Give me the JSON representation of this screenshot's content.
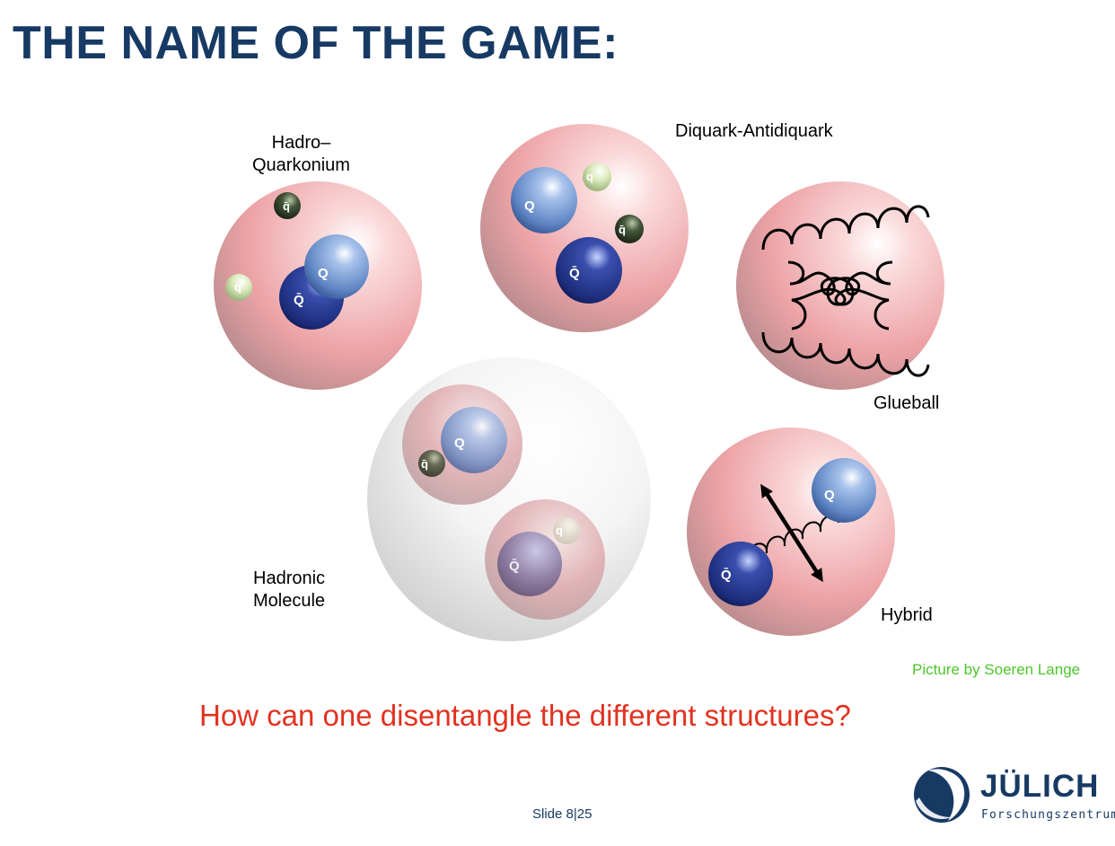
{
  "slide": {
    "title": "THE NAME OF THE GAME:",
    "question": "How can one disentangle the different structures?",
    "credit": "Picture by Soeren Lange",
    "slide_number": "Slide 8|25"
  },
  "labels": {
    "hadro_quarkonium_line1": "Hadro–",
    "hadro_quarkonium_line2": "Quarkonium",
    "diquark_antidiquark": "Diquark-Antidiquark",
    "glueball": "Glueball",
    "hadronic_molecule_line1": "Hadronic",
    "hadronic_molecule_line2": "Molecule",
    "hybrid": "Hybrid"
  },
  "quark_labels": {
    "heavy_quark": "Q",
    "heavy_antiquark": "Q̄",
    "light_quark": "q",
    "light_antiquark": "q̄"
  },
  "logo": {
    "name": "JÜLICH",
    "subtitle": "Forschungszentrum"
  },
  "colors": {
    "title": "#173a64",
    "question": "#e2321f",
    "credit": "#4cc72a",
    "hadron_sphere": "#f2aeb0",
    "molecule_sphere": "#e4e4e4",
    "heavy_quark_light": "#5f86c4",
    "heavy_quark_dark": "#1c2c7a",
    "light_quark_pale": "#cde2a8",
    "light_quark_dark": "#26331c"
  }
}
